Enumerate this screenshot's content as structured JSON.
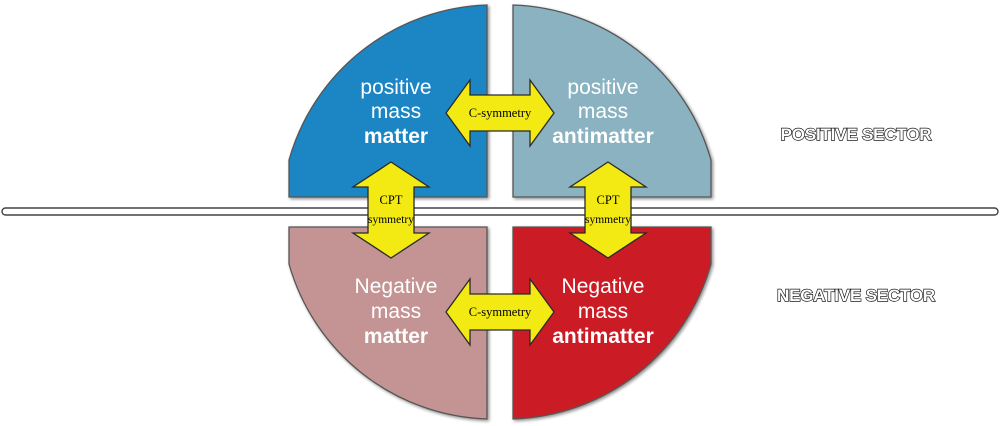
{
  "quadrants": {
    "top_left": {
      "line1": "positive",
      "line2": "mass",
      "line3": "matter",
      "color": "#1a86c4"
    },
    "top_right": {
      "line1": "positive",
      "line2": "mass",
      "line3": "antimatter",
      "color": "#8bb2c1"
    },
    "bottom_left": {
      "line1": "Negative",
      "line2": "mass",
      "line3": "matter",
      "color": "#c39493"
    },
    "bottom_right": {
      "line1": "Negative",
      "line2": "mass",
      "line3": "antimatter",
      "color": "#cb1f26"
    }
  },
  "arrows": {
    "c_symmetry_top": "C-symmetry",
    "c_symmetry_bottom": "C-symmetry",
    "cpt_left": {
      "line1": "CPT",
      "line2": "symmetry"
    },
    "cpt_right": {
      "line1": "CPT",
      "line2": "symmetry"
    },
    "fill_color": "#f2ea12"
  },
  "sectors": {
    "positive": "POSITIVE SECTOR",
    "negative": "NEGATIVE SECTOR"
  }
}
